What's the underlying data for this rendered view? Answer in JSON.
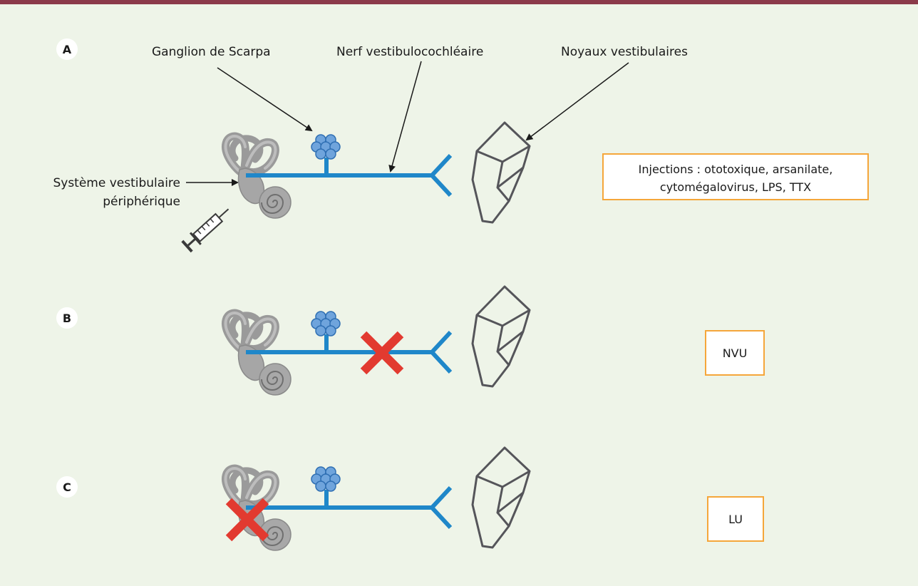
{
  "colors": {
    "top_border": "#8b3a4a",
    "background": "#eef4e8",
    "nerve": "#1f87c9",
    "ganglion": "#6fa4dc",
    "lesion": "#e23a30",
    "box_border": "#f5a63a",
    "ear": "#9a9a9a",
    "nucleus_outline": "#55555a"
  },
  "panels": {
    "a": {
      "letter": "A",
      "label_ganglion": "Ganglion de Scarpa",
      "label_nerve": "Nerf vestibulocochléaire",
      "label_nuclei": "Noyaux vestibulaires",
      "label_system_line1": "Système vestibulaire",
      "label_system_line2": "périphérique",
      "box_line1": "Injections : ototoxique, arsanilate,",
      "box_line2": "cytomégalovirus, LPS, TTX",
      "syringe_icon": "syringe-icon"
    },
    "b": {
      "letter": "B",
      "box": "NVU",
      "lesion_site": "nerve"
    },
    "c": {
      "letter": "C",
      "box": "LU",
      "lesion_site": "inner-ear"
    }
  }
}
